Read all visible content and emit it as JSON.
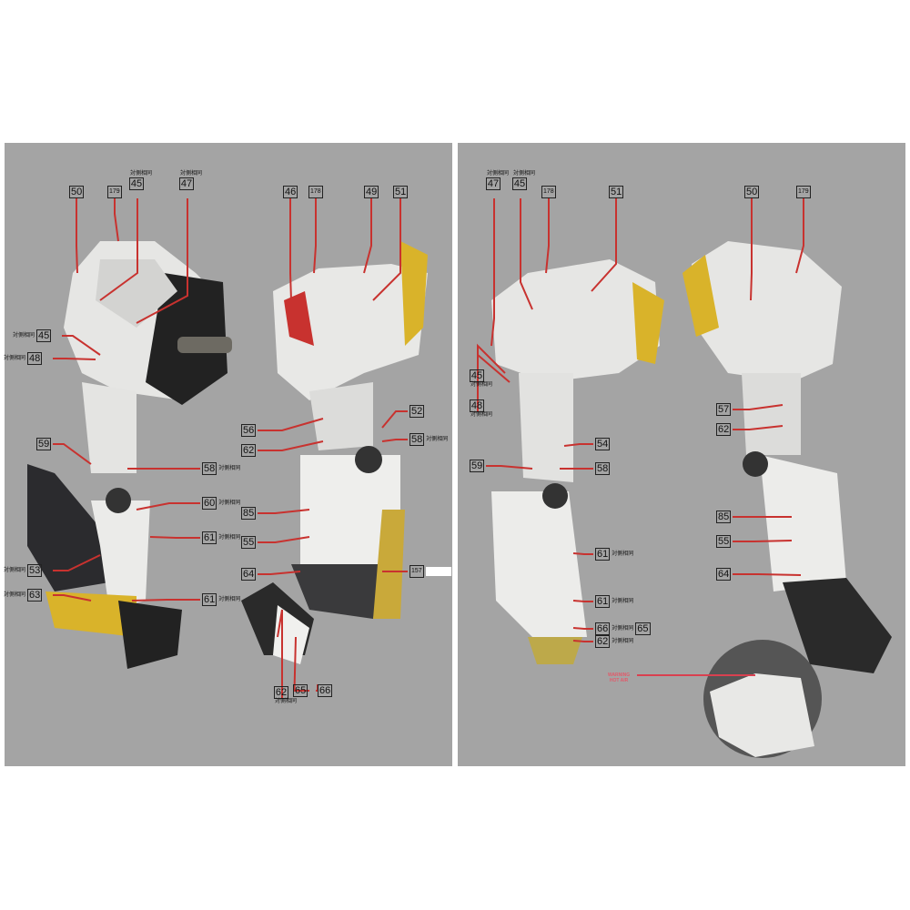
{
  "note": "対側相同",
  "warning": [
    "WARNING",
    "HOT AIR"
  ],
  "colors": {
    "background": "#a4a4a4",
    "leader_line": "#c8322f",
    "armor_white": "#e6e6e4",
    "frame_dark": "#2a2a2a",
    "accent_yellow": "#d9b32a"
  },
  "left_panel": {
    "labels": [
      "50",
      "179",
      "45",
      "47",
      "45",
      "48",
      "59",
      "58",
      "60",
      "61",
      "53",
      "63",
      "61",
      "46",
      "178",
      "49",
      "51",
      "52",
      "56",
      "62",
      "58",
      "85",
      "55",
      "64",
      "157",
      "62",
      "65",
      "66"
    ]
  },
  "right_panel": {
    "labels": [
      "47",
      "45",
      "178",
      "51",
      "50",
      "179",
      "45",
      "48",
      "54",
      "59",
      "58",
      "57",
      "62",
      "85",
      "55",
      "64",
      "61",
      "61",
      "66",
      "65",
      "62"
    ]
  }
}
